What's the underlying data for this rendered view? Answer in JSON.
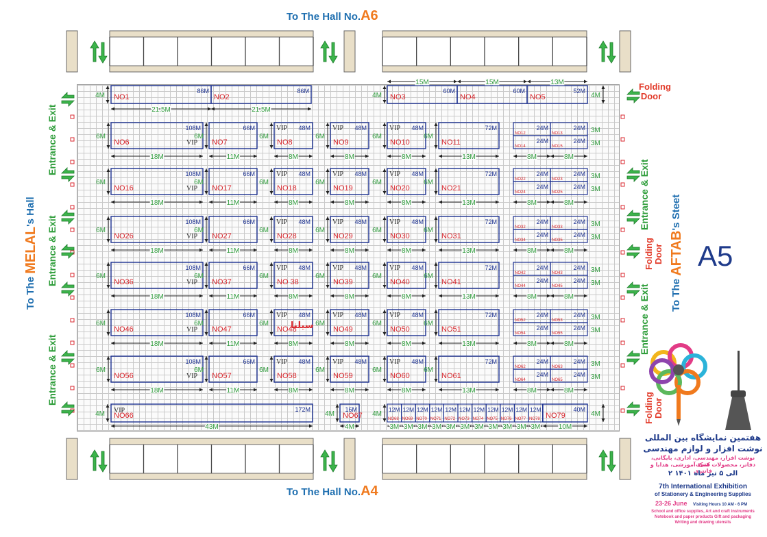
{
  "halls": {
    "top": {
      "prefix": "To The Hall No.",
      "code": "A6"
    },
    "bottom": {
      "prefix": "To The Hall No.",
      "code": "A4"
    },
    "left": {
      "prefix": "To The ",
      "name": "MELAL",
      "suffix": "'s Hall"
    },
    "right": {
      "prefix": "To The ",
      "name": "AFTAB",
      "suffix": "'s Steet"
    }
  },
  "hall_code": "A5",
  "entrance_label": "Entrance & Exit",
  "folding_door": "Folding Door",
  "vip": "VIP",
  "special_name": "سیلنا",
  "colors": {
    "booth": "#1a2f8f",
    "booth_no": "#d8262c",
    "dim": "#2f9b3c",
    "arrow": "#3cb44b",
    "wall": "#e9dfc8"
  },
  "top_row": {
    "booths": [
      {
        "no": "NO1",
        "area": "86M"
      },
      {
        "no": "NO2",
        "area": "86M"
      },
      {
        "no": "NO3",
        "area": "60M"
      },
      {
        "no": "NO4",
        "area": "60M"
      },
      {
        "no": "NO5",
        "area": "52M"
      }
    ],
    "dims": {
      "w1": "21.5M",
      "w2": "21.5M",
      "w3": "15M",
      "w4": "15M",
      "w5": "13M",
      "h": "4M"
    }
  },
  "rows": [
    {
      "h": "6M",
      "booths": [
        {
          "no": "NO6",
          "area": "108M",
          "vip": true,
          "w": "18M"
        },
        {
          "no": "NO7",
          "area": "66M",
          "w": "11M"
        },
        {
          "no": "NO8",
          "area": "48M",
          "vip": true,
          "w": "8M"
        },
        {
          "no": "NO9",
          "area": "48M",
          "vip": true,
          "w": "8M"
        },
        {
          "no": "NO10",
          "area": "48M",
          "vip": true,
          "w": "8M"
        },
        {
          "no": "NO11",
          "area": "72M",
          "w": "13M"
        }
      ],
      "small": [
        {
          "no": "NO12",
          "area": "24M"
        },
        {
          "no": "NO13",
          "area": "24M"
        },
        {
          "no": "NO14",
          "area": "24M"
        },
        {
          "no": "NO15",
          "area": "24M"
        }
      ]
    },
    {
      "h": "6M",
      "booths": [
        {
          "no": "NO16",
          "area": "108M",
          "vip": true,
          "w": "18M"
        },
        {
          "no": "NO17",
          "area": "66M",
          "w": "11M"
        },
        {
          "no": "NO18",
          "area": "48M",
          "vip": true,
          "w": "8M"
        },
        {
          "no": "NO19",
          "area": "48M",
          "vip": true,
          "w": "8M"
        },
        {
          "no": "NO20",
          "area": "48M",
          "vip": true,
          "w": "8M"
        },
        {
          "no": "NO21",
          "area": "72M",
          "w": "13M"
        }
      ],
      "small": [
        {
          "no": "NO22",
          "area": "24M"
        },
        {
          "no": "NO23",
          "area": "24M"
        },
        {
          "no": "NO24",
          "area": "24M"
        },
        {
          "no": "NO25",
          "area": "24M"
        }
      ]
    },
    {
      "h": "6M",
      "booths": [
        {
          "no": "NO26",
          "area": "108M",
          "vip": true,
          "w": "18M"
        },
        {
          "no": "NO27",
          "area": "66M",
          "w": "11M"
        },
        {
          "no": "NO28",
          "area": "48M",
          "vip": true,
          "w": "8M"
        },
        {
          "no": "NO29",
          "area": "48M",
          "vip": true,
          "w": "8M"
        },
        {
          "no": "NO30",
          "area": "48M",
          "vip": true,
          "w": "8M"
        },
        {
          "no": "NO31",
          "area": "72M",
          "w": "13M"
        }
      ],
      "small": [
        {
          "no": "NO32",
          "area": "24M"
        },
        {
          "no": "NO33",
          "area": "24M"
        },
        {
          "no": "NO34",
          "area": "24M"
        },
        {
          "no": "NO35",
          "area": "24M"
        }
      ]
    },
    {
      "h": "6M",
      "booths": [
        {
          "no": "NO36",
          "area": "108M",
          "vip": true,
          "w": "18M"
        },
        {
          "no": "NO37",
          "area": "66M",
          "w": "11M"
        },
        {
          "no": "NO 38",
          "area": "48M",
          "vip": true,
          "w": "8M"
        },
        {
          "no": "NO39",
          "area": "48M",
          "vip": true,
          "w": "8M"
        },
        {
          "no": "NO40",
          "area": "48M",
          "vip": true,
          "w": "8M"
        },
        {
          "no": "NO41",
          "area": "72M",
          "w": "13M"
        }
      ],
      "small": [
        {
          "no": "NO42",
          "area": "24M"
        },
        {
          "no": "NO43",
          "area": "24M"
        },
        {
          "no": "NO44",
          "area": "24M"
        },
        {
          "no": "NO45",
          "area": "24M"
        }
      ]
    },
    {
      "h": "6M",
      "booths": [
        {
          "no": "NO46",
          "area": "108M",
          "vip": true,
          "w": "18M"
        },
        {
          "no": "NO47",
          "area": "66M",
          "w": "11M"
        },
        {
          "no": "NO48",
          "area": "48M",
          "vip": true,
          "w": "8M",
          "special": true
        },
        {
          "no": "NO49",
          "area": "48M",
          "vip": true,
          "w": "8M"
        },
        {
          "no": "NO50",
          "area": "48M",
          "vip": true,
          "w": "8M"
        },
        {
          "no": "NO51",
          "area": "72M",
          "w": "13M"
        }
      ],
      "small": [
        {
          "no": "NO52",
          "area": "24M"
        },
        {
          "no": "NO53",
          "area": "24M"
        },
        {
          "no": "NO54",
          "area": "24M"
        },
        {
          "no": "NO55",
          "area": "24M"
        }
      ]
    },
    {
      "h": "6M",
      "booths": [
        {
          "no": "NO56",
          "area": "108M",
          "vip": true,
          "w": "18M"
        },
        {
          "no": "NO57",
          "area": "66M",
          "w": "11M"
        },
        {
          "no": "NO58",
          "area": "48M",
          "vip": true,
          "w": "8M"
        },
        {
          "no": "NO59",
          "area": "48M",
          "vip": true,
          "w": "8M"
        },
        {
          "no": "NO60",
          "area": "48M",
          "vip": true,
          "w": "8M"
        },
        {
          "no": "NO61",
          "area": "72M",
          "w": "13M"
        }
      ],
      "small": [
        {
          "no": "NO62",
          "area": "24M"
        },
        {
          "no": "NO63",
          "area": "24M"
        },
        {
          "no": "NO64",
          "area": "24M"
        },
        {
          "no": "NO65",
          "area": "24M"
        }
      ]
    }
  ],
  "small_dims": {
    "h": "3M",
    "w": "8M"
  },
  "bottom_row": {
    "big": {
      "no": "NO66",
      "area": "172M",
      "w": "43M",
      "vip": true
    },
    "mid": {
      "no": "NO67",
      "area": "16M",
      "w": "4M"
    },
    "strip": [
      {
        "no": "NO68",
        "area": "12M"
      },
      {
        "no": "NO69",
        "area": "12M"
      },
      {
        "no": "NO70",
        "area": "12M"
      },
      {
        "no": "NO71",
        "area": "12M"
      },
      {
        "no": "NO72",
        "area": "12M"
      },
      {
        "no": "NO73",
        "area": "12M"
      },
      {
        "no": "NO74",
        "area": "12M"
      },
      {
        "no": "NO75",
        "area": "12M"
      },
      {
        "no": "NO76",
        "area": "12M"
      },
      {
        "no": "NO77",
        "area": "12M"
      },
      {
        "no": "NO78",
        "area": "12M"
      }
    ],
    "last": {
      "no": "NO79",
      "area": "40M",
      "w": "10M"
    },
    "h": "4M",
    "strip_w": "3M"
  },
  "event": {
    "fa_title1": "هفتمین نمایشگاه بین المللی",
    "fa_title2": "نوشت افزار و لوازم مهندسی",
    "fa_sub1": "نوشت افزار، مهندسی، اداری، بایگانی، هنری",
    "fa_sub2": "دفاتر، محصولات کمک آموزشی، هدایا و فانتزی",
    "fa_date": "۲ الی ۵ تیر ماه ۱۴۰۱",
    "en_title1": "7th International Exhibition",
    "en_title2": "of Stationery & Engineering Supplies",
    "en_date": "23-26 June",
    "en_hours": "Visiting Hours 10 AM - 6 PM",
    "en_cats1": "School and office supplies, Art and craft instruments",
    "en_cats2": "Notebook and paper products    Gift and packaging",
    "en_cats3": "Writing and drawing utensils"
  }
}
